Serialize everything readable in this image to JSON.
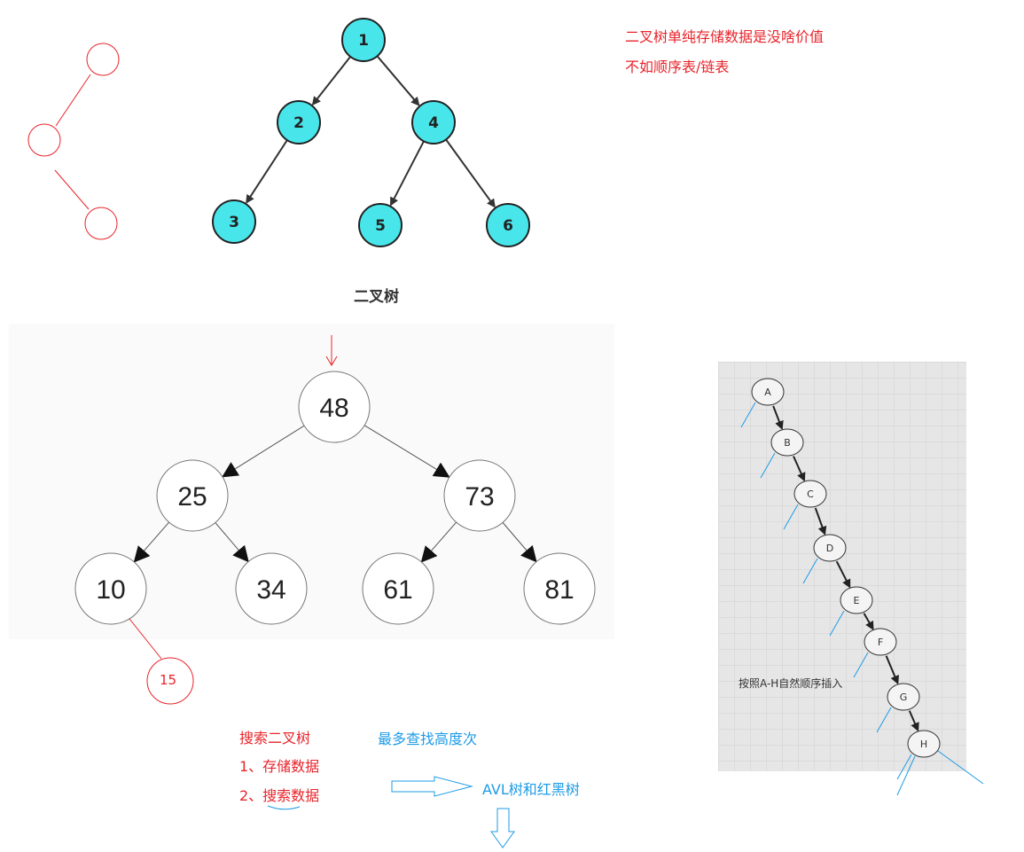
{
  "colors": {
    "annotation_red": "#e8242b",
    "annotation_blue": "#1e9be6",
    "node_cyan": "#48e6eb",
    "grid_bg": "#e6e6e6"
  },
  "top_diagram": {
    "caption": "二叉树",
    "nodes": [
      "1",
      "2",
      "4",
      "3",
      "5",
      "6"
    ],
    "edges": [
      [
        "1",
        "2"
      ],
      [
        "1",
        "4"
      ],
      [
        "2",
        "3"
      ],
      [
        "4",
        "5"
      ],
      [
        "4",
        "6"
      ]
    ]
  },
  "notes": {
    "line1": "二叉树单纯存储数据是没啥价值",
    "line2": "不如顺序表/链表"
  },
  "bst_diagram": {
    "nodes": [
      "48",
      "25",
      "73",
      "10",
      "34",
      "61",
      "81"
    ],
    "inserted_node": "15",
    "edges": [
      [
        "48",
        "25"
      ],
      [
        "48",
        "73"
      ],
      [
        "25",
        "10"
      ],
      [
        "25",
        "34"
      ],
      [
        "73",
        "61"
      ],
      [
        "73",
        "81"
      ]
    ]
  },
  "bottom_annotations": {
    "title": "搜索二叉树",
    "item1": "1、存储数据",
    "item2": "2、搜索数据",
    "max_lookup": "最多查找高度次",
    "next_topic": "AVL树和红黑树"
  },
  "degenerate_tree": {
    "nodes": [
      "A",
      "B",
      "C",
      "D",
      "E",
      "F",
      "G",
      "H"
    ],
    "caption": "按照A-H自然顺序插入"
  }
}
